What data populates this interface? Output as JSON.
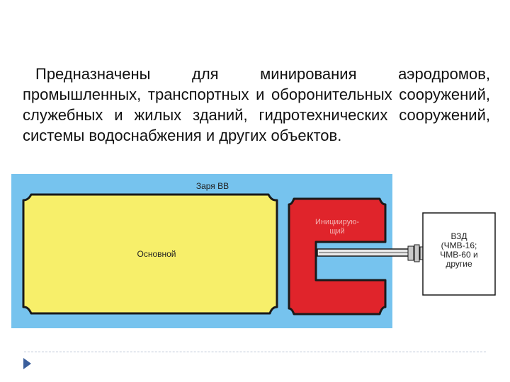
{
  "paragraph": "Предназначены для минирования аэродромов, промышленных, транспортных и оборонительных сооружений, служебных и жилых зданий, гидротехнических сооружений, системы водоснабжения и других объектов.",
  "diagram": {
    "charge_label": "Заря ВВ",
    "main_label": "Основной",
    "initiating_label_line1": "Инициирую-",
    "initiating_label_line2": "щий",
    "fuze_line1": "ВЗД",
    "fuze_line2": "(ЧМВ-16;",
    "fuze_line3": "ЧМВ-60 и",
    "fuze_line4": "другие",
    "colors": {
      "background": "#76c3ee",
      "main_charge": "#f7ef6a",
      "initiating_charge": "#e0242b",
      "outline": "#1a1a1a",
      "fuze_box": "#ffffff"
    }
  },
  "footer": {
    "bullet_icon": "triangle-bullet-icon"
  }
}
